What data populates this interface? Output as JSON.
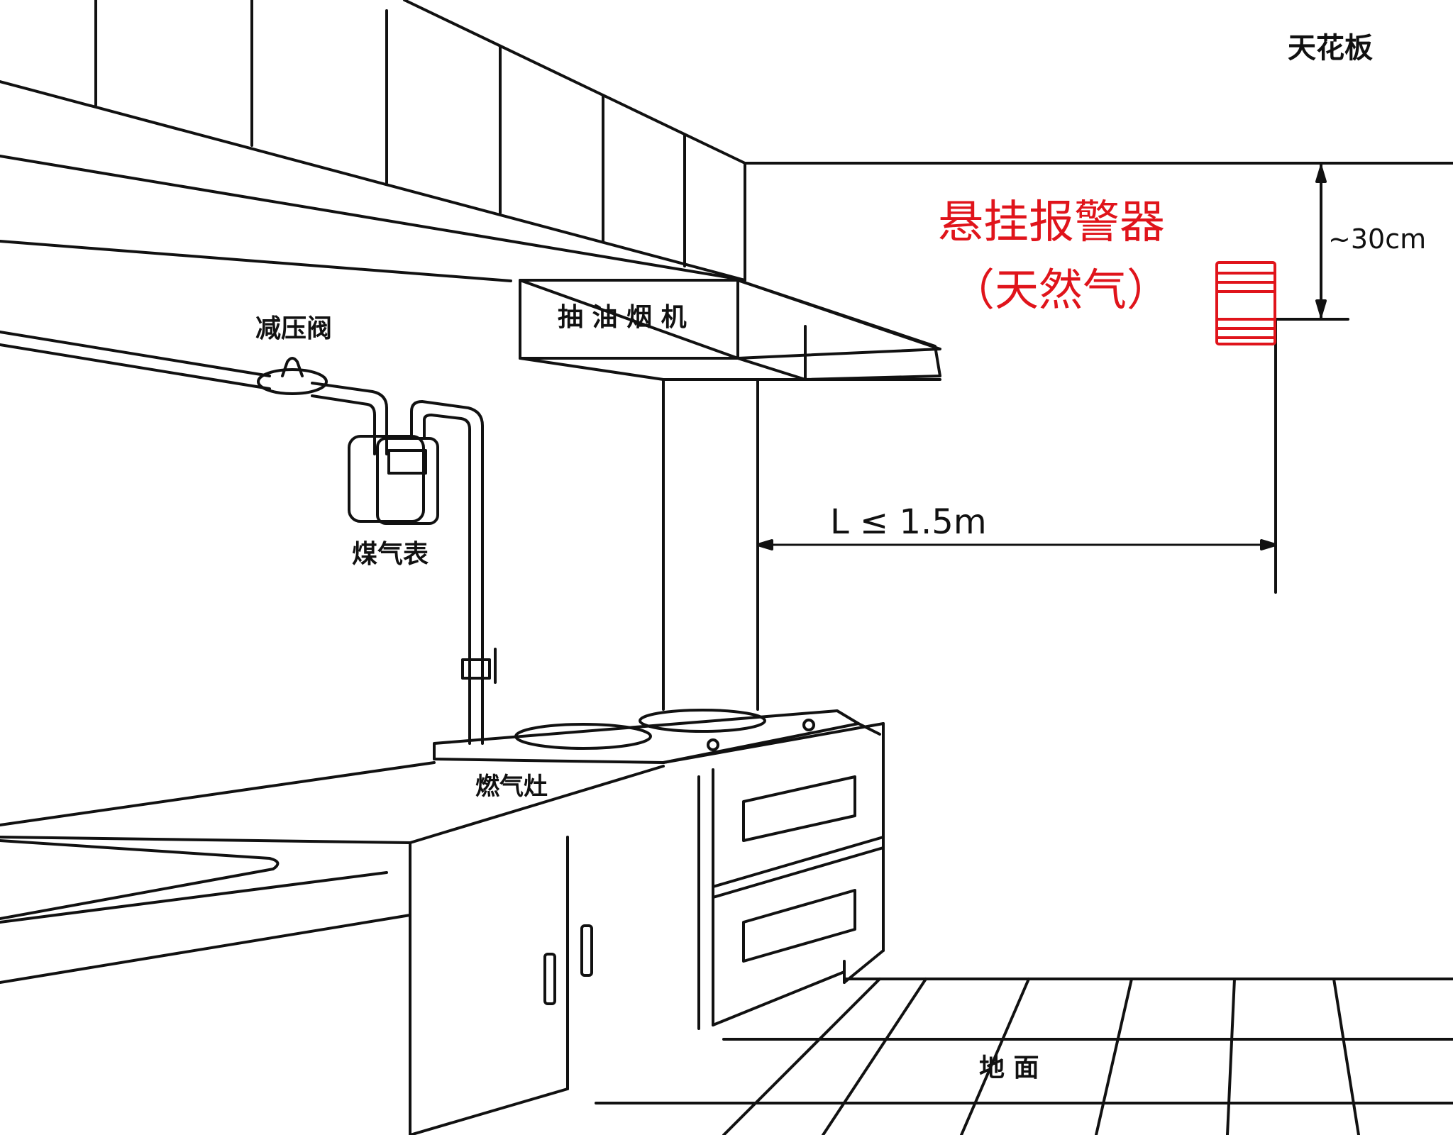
{
  "labels": {
    "ceiling": "天花板",
    "alarm_title": "悬挂报警器",
    "alarm_subtitle": "（天然气）",
    "ceiling_distance": "~30cm",
    "range_hood": "抽 油 烟 机",
    "pressure_valve": "减压阀",
    "gas_meter": "煤气表",
    "horizontal_distance": "L ≤ 1.5m",
    "gas_stove": "燃气灶",
    "floor": "地 面"
  },
  "colors": {
    "line": "#111111",
    "alarm": "#e0141b",
    "background": "#ffffff"
  }
}
